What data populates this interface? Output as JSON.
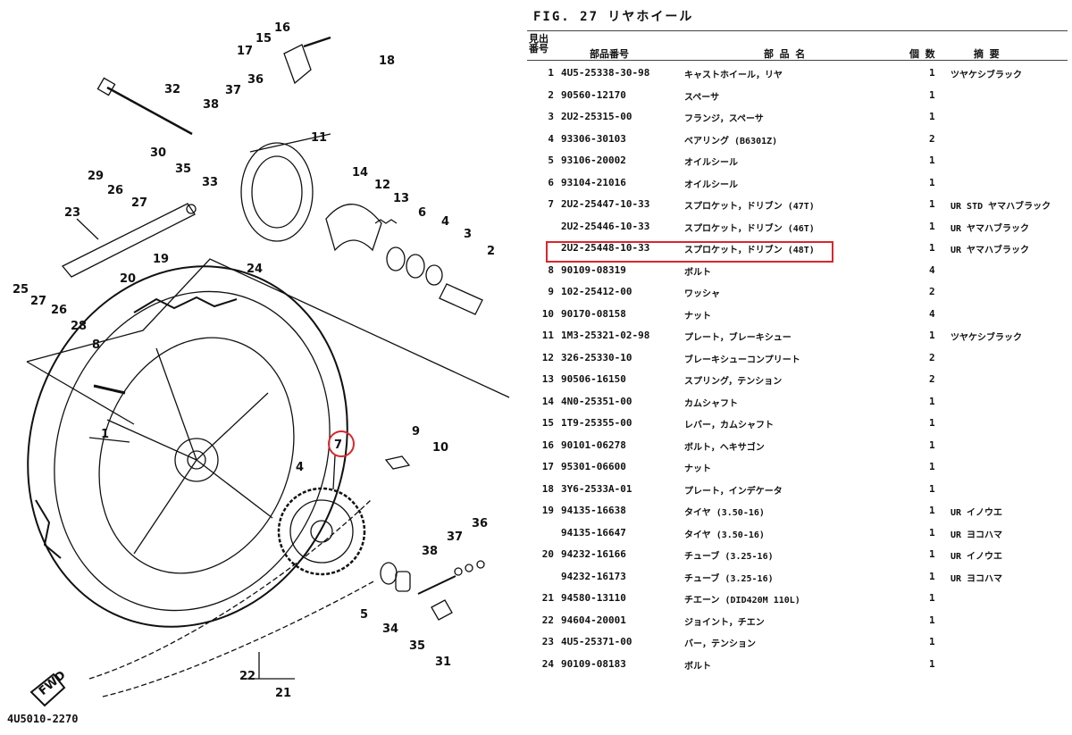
{
  "figure": {
    "title": "FIG. 27 リヤホイール",
    "diagram_code": "4U5010-2270",
    "fwd_label": "FWD",
    "callouts": [
      "1",
      "2",
      "3",
      "4",
      "5",
      "6",
      "7",
      "8",
      "9",
      "10",
      "11",
      "12",
      "13",
      "14",
      "15",
      "16",
      "17",
      "18",
      "19",
      "20",
      "21",
      "22",
      "23",
      "24",
      "25",
      "26",
      "27",
      "28",
      "29",
      "30",
      "31",
      "32",
      "33",
      "34",
      "35",
      "36",
      "37",
      "38"
    ]
  },
  "table": {
    "headers": {
      "ref_no": "見出番号",
      "part_no": "部品番号",
      "part_name": "部 品 名",
      "qty": "個 数",
      "remarks": "摘 要"
    },
    "highlighted_row": 7,
    "rows": [
      {
        "no": "1",
        "part_no": "4U5-25338-30-98",
        "name": "キャストホイール，リヤ",
        "qty": "1",
        "remarks": "ツヤケシブラック"
      },
      {
        "no": "2",
        "part_no": "90560-12170",
        "name": "スペーサ",
        "qty": "1",
        "remarks": ""
      },
      {
        "no": "3",
        "part_no": "2U2-25315-00",
        "name": "フランジ，スペーサ",
        "qty": "1",
        "remarks": ""
      },
      {
        "no": "4",
        "part_no": "93306-30103",
        "name": "ベアリング (B6301Z)",
        "qty": "2",
        "remarks": ""
      },
      {
        "no": "5",
        "part_no": "93106-20002",
        "name": "オイルシール",
        "qty": "1",
        "remarks": ""
      },
      {
        "no": "6",
        "part_no": "93104-21016",
        "name": "オイルシール",
        "qty": "1",
        "remarks": ""
      },
      {
        "no": "7",
        "part_no": "2U2-25447-10-33",
        "name": "スプロケット，ドリブン (47T)",
        "qty": "1",
        "remarks": "UR STD ヤマハブラック"
      },
      {
        "no": "",
        "part_no": "2U2-25446-10-33",
        "name": "スプロケット，ドリブン (46T)",
        "qty": "1",
        "remarks": "UR ヤマハブラック"
      },
      {
        "no": "",
        "part_no": "2U2-25448-10-33",
        "name": "スプロケット，ドリブン (48T)",
        "qty": "1",
        "remarks": "UR ヤマハブラック"
      },
      {
        "no": "8",
        "part_no": "90109-08319",
        "name": "ボルト",
        "qty": "4",
        "remarks": ""
      },
      {
        "no": "9",
        "part_no": "102-25412-00",
        "name": "ワッシャ",
        "qty": "2",
        "remarks": ""
      },
      {
        "no": "10",
        "part_no": "90170-08158",
        "name": "ナット",
        "qty": "4",
        "remarks": ""
      },
      {
        "no": "11",
        "part_no": "1M3-25321-02-98",
        "name": "プレート，ブレーキシュー",
        "qty": "1",
        "remarks": "ツヤケシブラック"
      },
      {
        "no": "12",
        "part_no": "326-25330-10",
        "name": "ブレーキシューコンプリート",
        "qty": "2",
        "remarks": ""
      },
      {
        "no": "13",
        "part_no": "90506-16150",
        "name": "スプリング，テンション",
        "qty": "2",
        "remarks": ""
      },
      {
        "no": "14",
        "part_no": "4N0-25351-00",
        "name": "カムシャフト",
        "qty": "1",
        "remarks": ""
      },
      {
        "no": "15",
        "part_no": "1T9-25355-00",
        "name": "レバー，カムシャフト",
        "qty": "1",
        "remarks": ""
      },
      {
        "no": "16",
        "part_no": "90101-06278",
        "name": "ボルト，ヘキサゴン",
        "qty": "1",
        "remarks": ""
      },
      {
        "no": "17",
        "part_no": "95301-06600",
        "name": "ナット",
        "qty": "1",
        "remarks": ""
      },
      {
        "no": "18",
        "part_no": "3Y6-2533A-01",
        "name": "プレート，インデケータ",
        "qty": "1",
        "remarks": ""
      },
      {
        "no": "19",
        "part_no": "94135-16638",
        "name": "タイヤ (3.50-16)",
        "qty": "1",
        "remarks": "UR イノウエ"
      },
      {
        "no": "",
        "part_no": "94135-16647",
        "name": "タイヤ (3.50-16)",
        "qty": "1",
        "remarks": "UR ヨコハマ"
      },
      {
        "no": "20",
        "part_no": "94232-16166",
        "name": "チューブ (3.25-16)",
        "qty": "1",
        "remarks": "UR イノウエ"
      },
      {
        "no": "",
        "part_no": "94232-16173",
        "name": "チューブ (3.25-16)",
        "qty": "1",
        "remarks": "UR ヨコハマ"
      },
      {
        "no": "21",
        "part_no": "94580-13110",
        "name": "チエーン (DID420M 110L)",
        "qty": "1",
        "remarks": ""
      },
      {
        "no": "22",
        "part_no": "94604-20001",
        "name": "ジョイント，チエン",
        "qty": "1",
        "remarks": ""
      },
      {
        "no": "23",
        "part_no": "4U5-25371-00",
        "name": "バー，テンション",
        "qty": "1",
        "remarks": ""
      },
      {
        "no": "24",
        "part_no": "90109-08183",
        "name": "ボルト",
        "qty": "1",
        "remarks": ""
      }
    ]
  }
}
